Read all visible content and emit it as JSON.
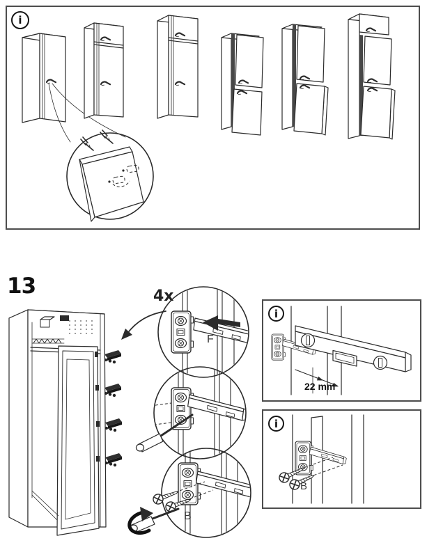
{
  "annotations": {
    "step_number": "13",
    "quantity": "4x",
    "part_rail": "F",
    "part_screw": "B",
    "measurement": "22 mm",
    "info_glyph": "i"
  },
  "colors": {
    "ink": "#2b2b2b",
    "panel_border": "#4d4d4d",
    "background": "#ffffff"
  }
}
